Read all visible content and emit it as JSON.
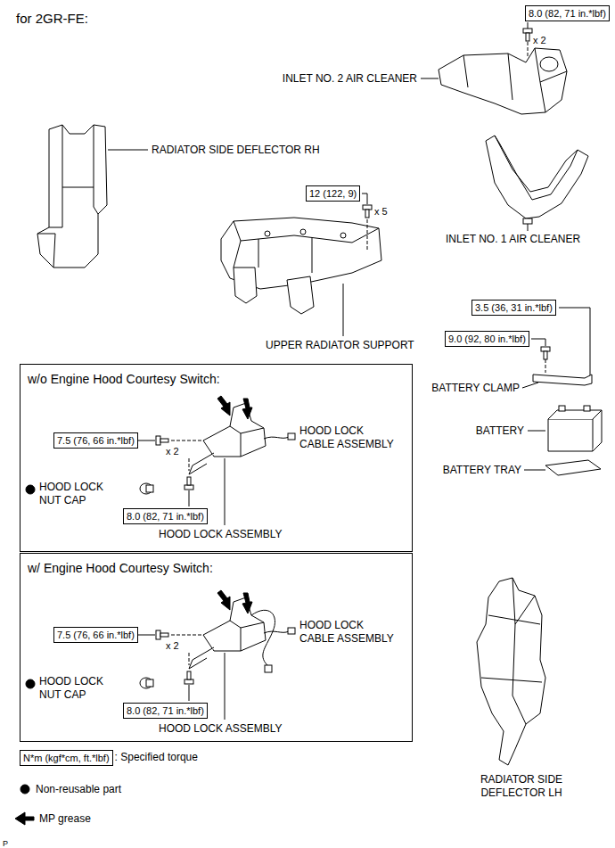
{
  "diagram": {
    "title": "for 2GR-FE:",
    "nodes": [
      {
        "text": [
          "8.0 (82, 71 in.*lbf)"
        ]
      },
      {
        "text": [
          "12 (122, 9)"
        ]
      },
      {
        "text": [
          "3.5 (36, 31 in.*lbf)"
        ]
      },
      {
        "text": [
          "9.0 (92, 80 in.*lbf)"
        ]
      },
      {
        "text": [
          "w/o Engine Hood Courtesy Switch:"
        ]
      },
      {
        "text": [
          "7.5 (76, 66 in.*lbf)"
        ],
        "in": 4
      },
      {
        "text": [
          "8.0 (82, 71 in.*lbf)"
        ],
        "in": 4
      },
      {
        "text": [
          "w/ Engine Hood Courtesy Switch:"
        ]
      },
      {
        "text": [
          "7.5 (76, 66 in.*lbf)"
        ],
        "in": 7
      },
      {
        "text": [
          "8.0 (82, 71 in.*lbf)"
        ],
        "in": 7
      },
      {
        "text": [
          "N*m (kgf*cm, ft.*lbf)"
        ]
      }
    ],
    "labels": [
      "x 2",
      "INLET NO. 2 AIR CLEANER",
      "RADIATOR SIDE DEFLECTOR RH",
      "x 5",
      "INLET NO. 1 AIR CLEANER",
      "UPPER RADIATOR SUPPORT",
      "BATTERY CLAMP",
      "BATTERY",
      "BATTERY TRAY",
      "x 2",
      "HOOD LOCK CABLE ASSEMBLY",
      "HOOD LOCK NUT CAP",
      "HOOD LOCK ASSEMBLY",
      "x 2",
      "HOOD LOCK CABLE ASSEMBLY",
      "HOOD LOCK NUT CAP",
      "HOOD LOCK ASSEMBLY",
      "RADIATOR SIDE DEFLECTOR LH",
      "P"
    ],
    "legend": [
      {
        "text": ": Specified torque"
      },
      {
        "text": "Non-reusable part"
      },
      {
        "text": "MP grease"
      }
    ]
  }
}
